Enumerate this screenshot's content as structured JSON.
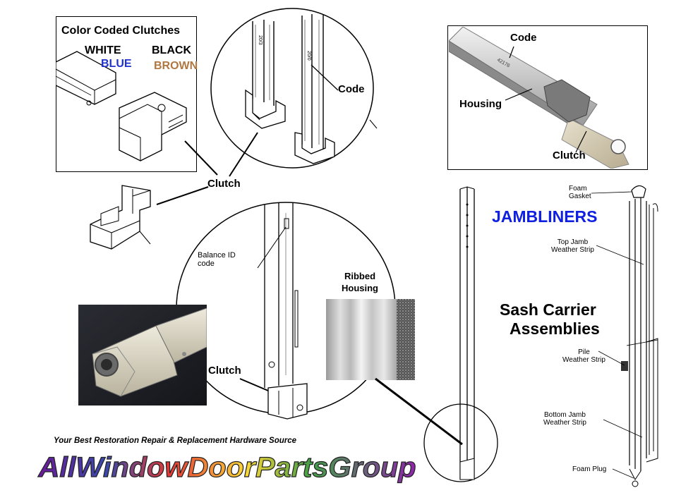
{
  "clutch_box": {
    "title": "Color Coded Clutches",
    "color_white": "WHITE",
    "color_black": "BLACK",
    "color_blue": "BLUE",
    "color_brown": "BROWN",
    "blue_hex": "#2233cc",
    "brown_hex": "#b07840"
  },
  "circle_top": {
    "code_label": "Code"
  },
  "clutch_pointer": {
    "label": "Clutch"
  },
  "housing_box": {
    "code_label": "Code",
    "housing_label": "Housing",
    "clutch_label": "Clutch",
    "code_text": "42176"
  },
  "circle_middle": {
    "balance_id_label": "Balance ID\ncode",
    "clutch_label": "Clutch",
    "ribbed_label": "Ribbed\nHousing"
  },
  "jambliners": {
    "heading": "JAMBLINERS",
    "heading_hex": "#1020e0",
    "foam_gasket": "Foam\nGasket",
    "top_jamb": "Top Jamb\nWeather Strip",
    "pile_strip": "Pile\nWeather Strip",
    "bottom_jamb": "Bottom Jamb\nWeather Strip",
    "foam_plug": "Foam Plug"
  },
  "sash_carrier": {
    "heading_line1": "Sash Carrier",
    "heading_line2": "Assemblies"
  },
  "footer": {
    "tagline": "Your Best Restoration Repair & Replacement Hardware Source",
    "brand": "AllWindowDoorPartsGroup"
  }
}
